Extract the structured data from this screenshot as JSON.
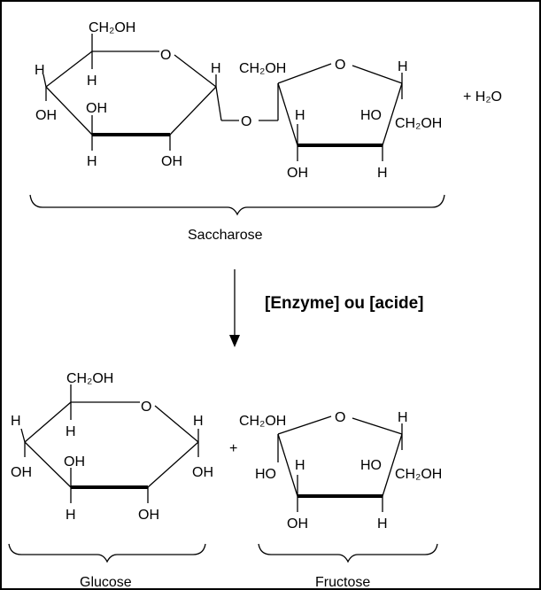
{
  "labels": {
    "ch2oh": "CH₂OH",
    "o": "O",
    "h": "H",
    "oh": "OH",
    "ho": "HO",
    "plus": "+",
    "plus_water": "+ H₂O",
    "saccharose": "Saccharose",
    "reaction": "[Enzyme] ou [acide]",
    "glucose": "Glucose",
    "fructose": "Fructose"
  }
}
